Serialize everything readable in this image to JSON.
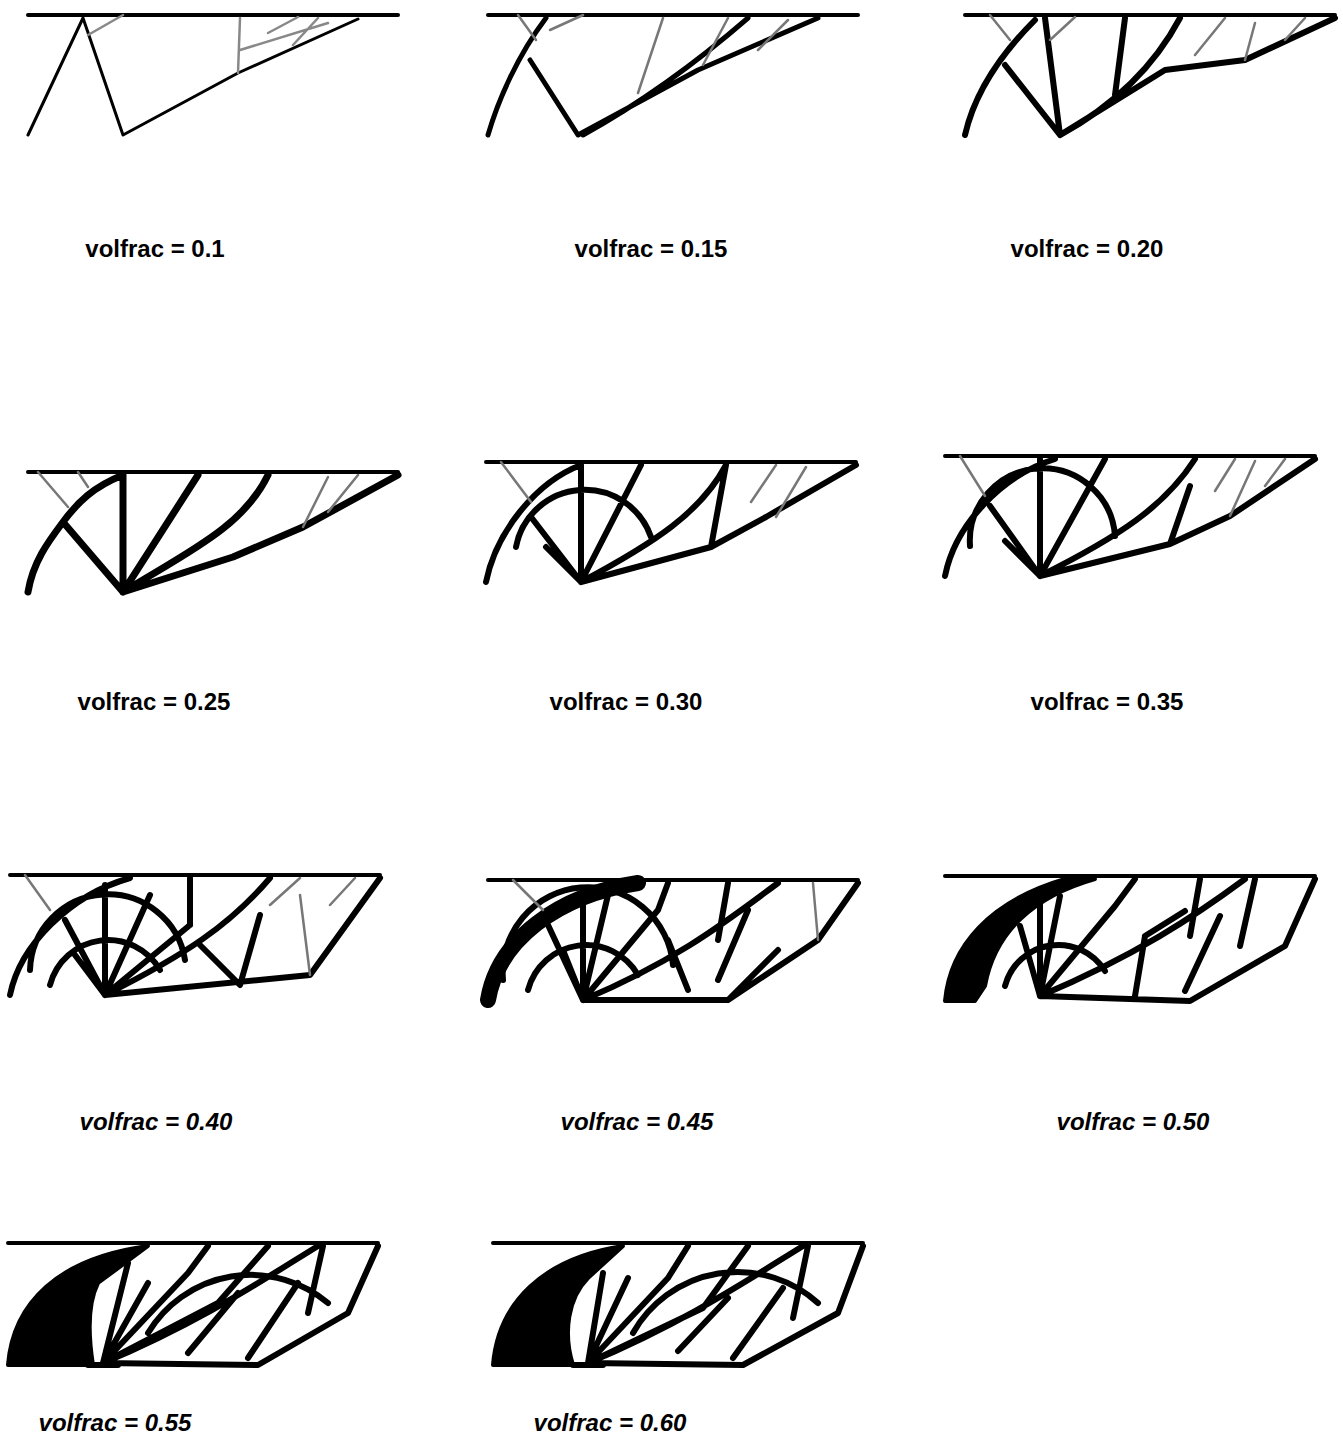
{
  "diagram": {
    "labels": [
      "volfrac = 0.1",
      "volfrac = 0.15",
      "volfrac = 0.20",
      "volfrac = 0.25",
      "volfrac = 0.30",
      "volfrac = 0.35",
      "volfrac = 0.40",
      "volfrac = 0.45",
      "volfrac = 0.50",
      "volfrac = 0.55",
      "volfrac = 0.60"
    ]
  }
}
